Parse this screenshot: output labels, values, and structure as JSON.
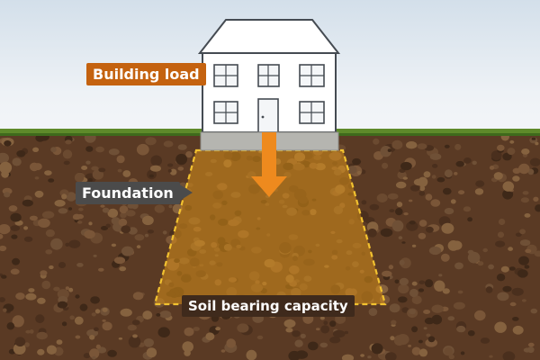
{
  "labels": {
    "building_load": "Building load",
    "foundation": "Foundation",
    "soil_bearing_capacity": "Soil bearing capacity"
  },
  "colors": {
    "load_arrow": "#ee8a1e",
    "building_load_label_bg": "#c4620f",
    "foundation_label_bg": "#4b4b4b",
    "soil_label_bg": "#3f2a1c",
    "soil": "#5a3a24",
    "grass": "#5e8a2a",
    "bearing_zone_outline": "#f2c230",
    "sky": "#e6edf3"
  }
}
